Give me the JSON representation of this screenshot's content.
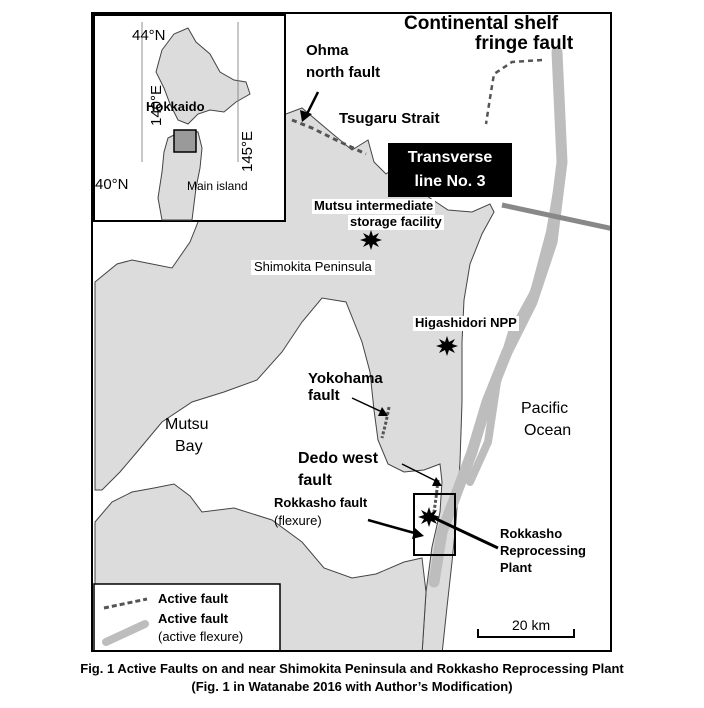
{
  "inset": {
    "lat_top": "44°N",
    "lat_bottom": "40°N",
    "lon_left": "140°E",
    "lon_right": "145°E",
    "hokkaido": "Hokkaido",
    "main_island": "Main island"
  },
  "labels": {
    "continental_shelf": "Continental shelf",
    "fringe_fault": "fringe fault",
    "ohma_1": "Ohma",
    "ohma_2": "north fault",
    "tsugaru": "Tsugaru Strait",
    "transverse_1": "Transverse",
    "transverse_2": "line No. 3",
    "mutsu_storage_1": "Mutsu intermediate",
    "mutsu_storage_2": "storage facility",
    "shimokita": "Shimokita Peninsula",
    "higashidori": "Higashidori NPP",
    "yokohama_1": "Yokohama",
    "yokohama_2": "fault",
    "mutsu_bay_1": "Mutsu",
    "mutsu_bay_2": "Bay",
    "pacific_1": "Pacific",
    "pacific_2": "Ocean",
    "dedo_1": "Dedo west",
    "dedo_2": "fault",
    "rokkasho_fault_1": "Rokkasho fault",
    "rokkasho_fault_2": "(flexure)",
    "reprocessing_1": "Rokkasho",
    "reprocessing_2": "Reprocessing",
    "reprocessing_3": "Plant"
  },
  "legend": {
    "active_fault": "Active fault",
    "active_flexure_1": "Active fault",
    "active_flexure_2": "(active flexure)"
  },
  "scale": {
    "label": "20 km"
  },
  "caption": {
    "line1": "Fig. 1  Active Faults on and near Shimokita Peninsula and Rokkasho Reprocessing Plant",
    "line2": "(Fig. 1 in Watanabe 2016 with Author’s Modification)"
  },
  "colors": {
    "land": "#dcdcdc",
    "fault": "#555555",
    "flexure": "#bdbdbd",
    "transverse_box": "#000000"
  }
}
